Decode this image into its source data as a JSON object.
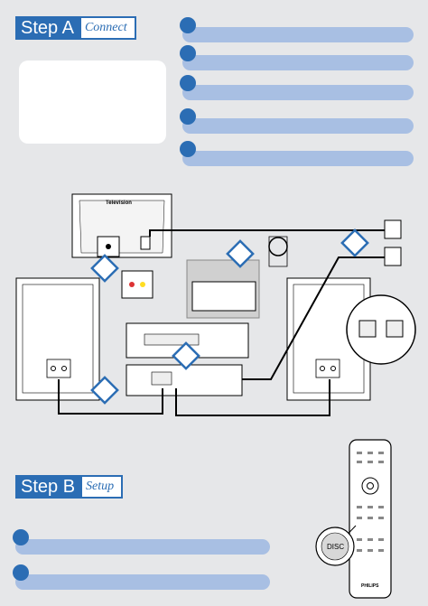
{
  "stepA": {
    "title": "Step A",
    "subtitle": "Connect"
  },
  "stepB": {
    "title": "Step B",
    "subtitle": "Setup"
  },
  "diagram": {
    "tv_label": "Television",
    "disc_button_label": "DISC",
    "remote_brand": "PHILIPS"
  },
  "colors": {
    "accent": "#2b6db4",
    "bar": "#a8bfe3",
    "page": "#e6e7e9"
  }
}
